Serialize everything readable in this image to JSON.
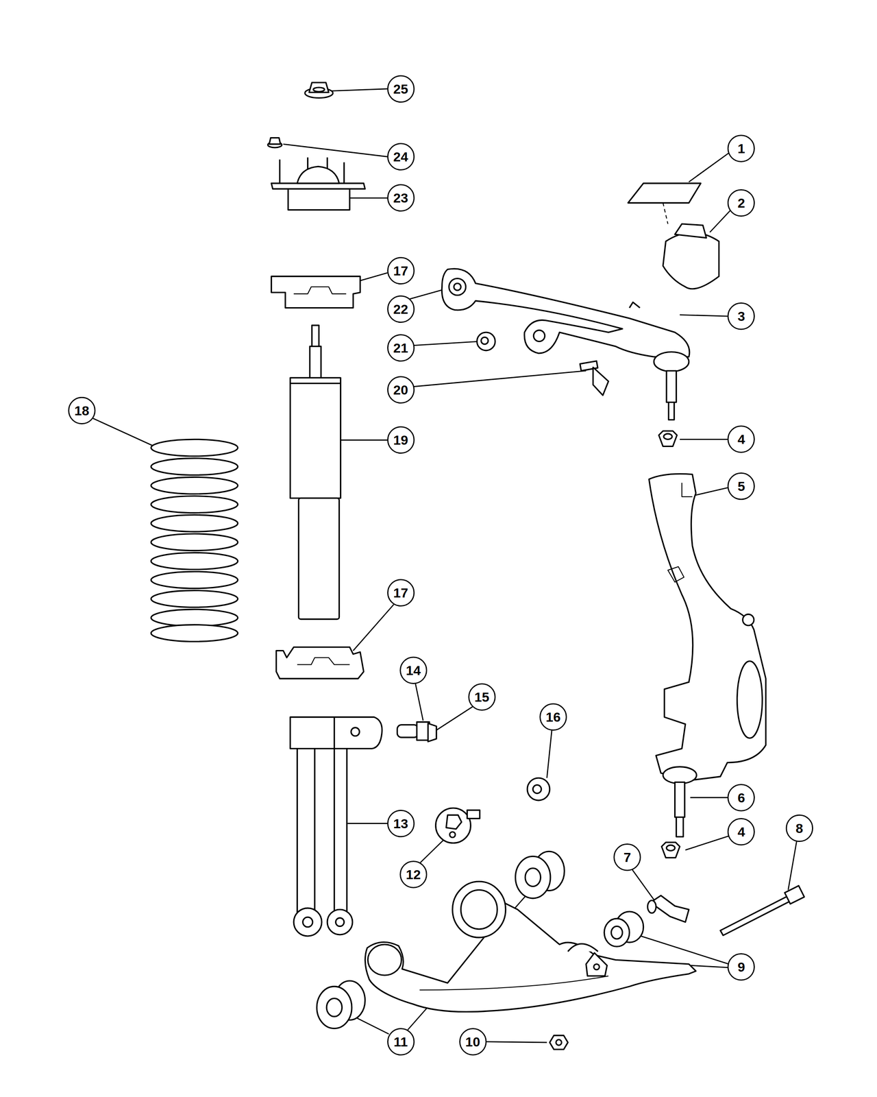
{
  "diagram": {
    "labels": [
      "25",
      "24",
      "1",
      "23",
      "2",
      "17",
      "22",
      "3",
      "21",
      "20",
      "18",
      "19",
      "4",
      "5",
      "17",
      "14",
      "15",
      "16",
      "6",
      "13",
      "8",
      "4",
      "7",
      "12",
      "9",
      "11",
      "10"
    ]
  }
}
